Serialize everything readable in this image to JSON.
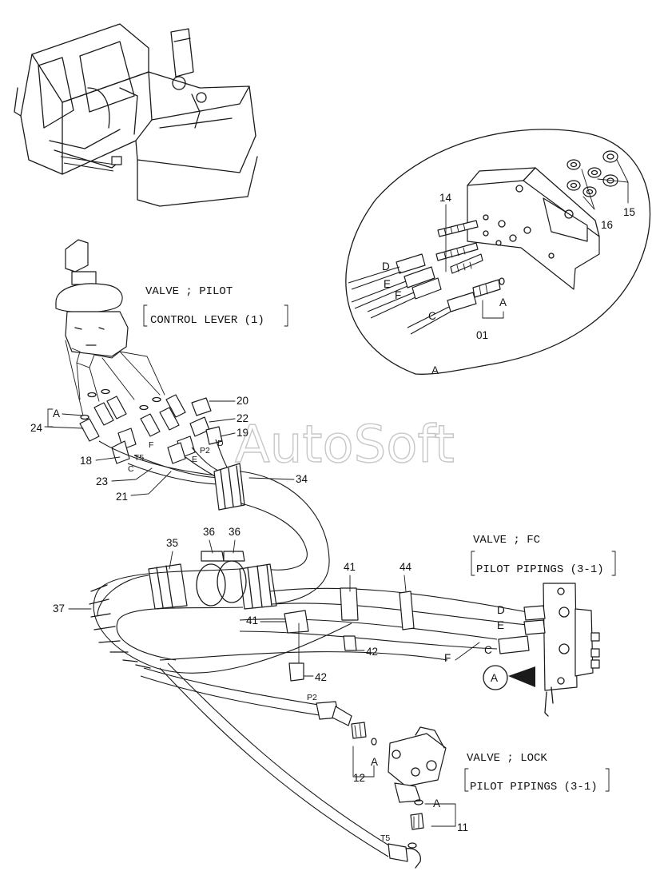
{
  "notes": {
    "valve_pilot": "VALVE ; PILOT",
    "control_lever": "CONTROL  LEVER (1)",
    "valve_fc": "VALVE ; FC",
    "pilot_pipings_fc": "PILOT  PIPINGS (3-1)",
    "valve_lock": "VALVE ; LOCK",
    "pilot_pipings_lock": "PILOT  PIPINGS (3-1)"
  },
  "watermark": "AutoSoft",
  "detail": {
    "callout_letter": "A",
    "circle_letter": "A"
  },
  "part_numbers": {
    "p01": "01",
    "p11": "11",
    "p12": "12",
    "p14": "14",
    "p15": "15",
    "p16": "16",
    "p18": "18",
    "p19": "19",
    "p20": "20",
    "p21": "21",
    "p22": "22",
    "p23": "23",
    "p24": "24",
    "p34": "34",
    "p35": "35",
    "p36a": "36",
    "p36b": "36",
    "p37": "37",
    "p41a": "41",
    "p41b": "41",
    "p42a": "42",
    "p42b": "42",
    "p44": "44"
  },
  "port_letters": {
    "A_detail": "A",
    "A_24": "A",
    "A_12": "A",
    "A_11": "A",
    "D_detail": "D",
    "E_detail": "E",
    "F_detail": "F",
    "C_detail": "C",
    "D_lever": "D",
    "E_lever": "E",
    "F_lever": "F",
    "C_lever": "C",
    "P2_lever": "P2",
    "T5_lever": "T5",
    "D_fc": "D",
    "E_fc": "E",
    "F_fc": "F",
    "C_fc": "C",
    "P2_lock": "P2",
    "T5_lock": "T5"
  }
}
